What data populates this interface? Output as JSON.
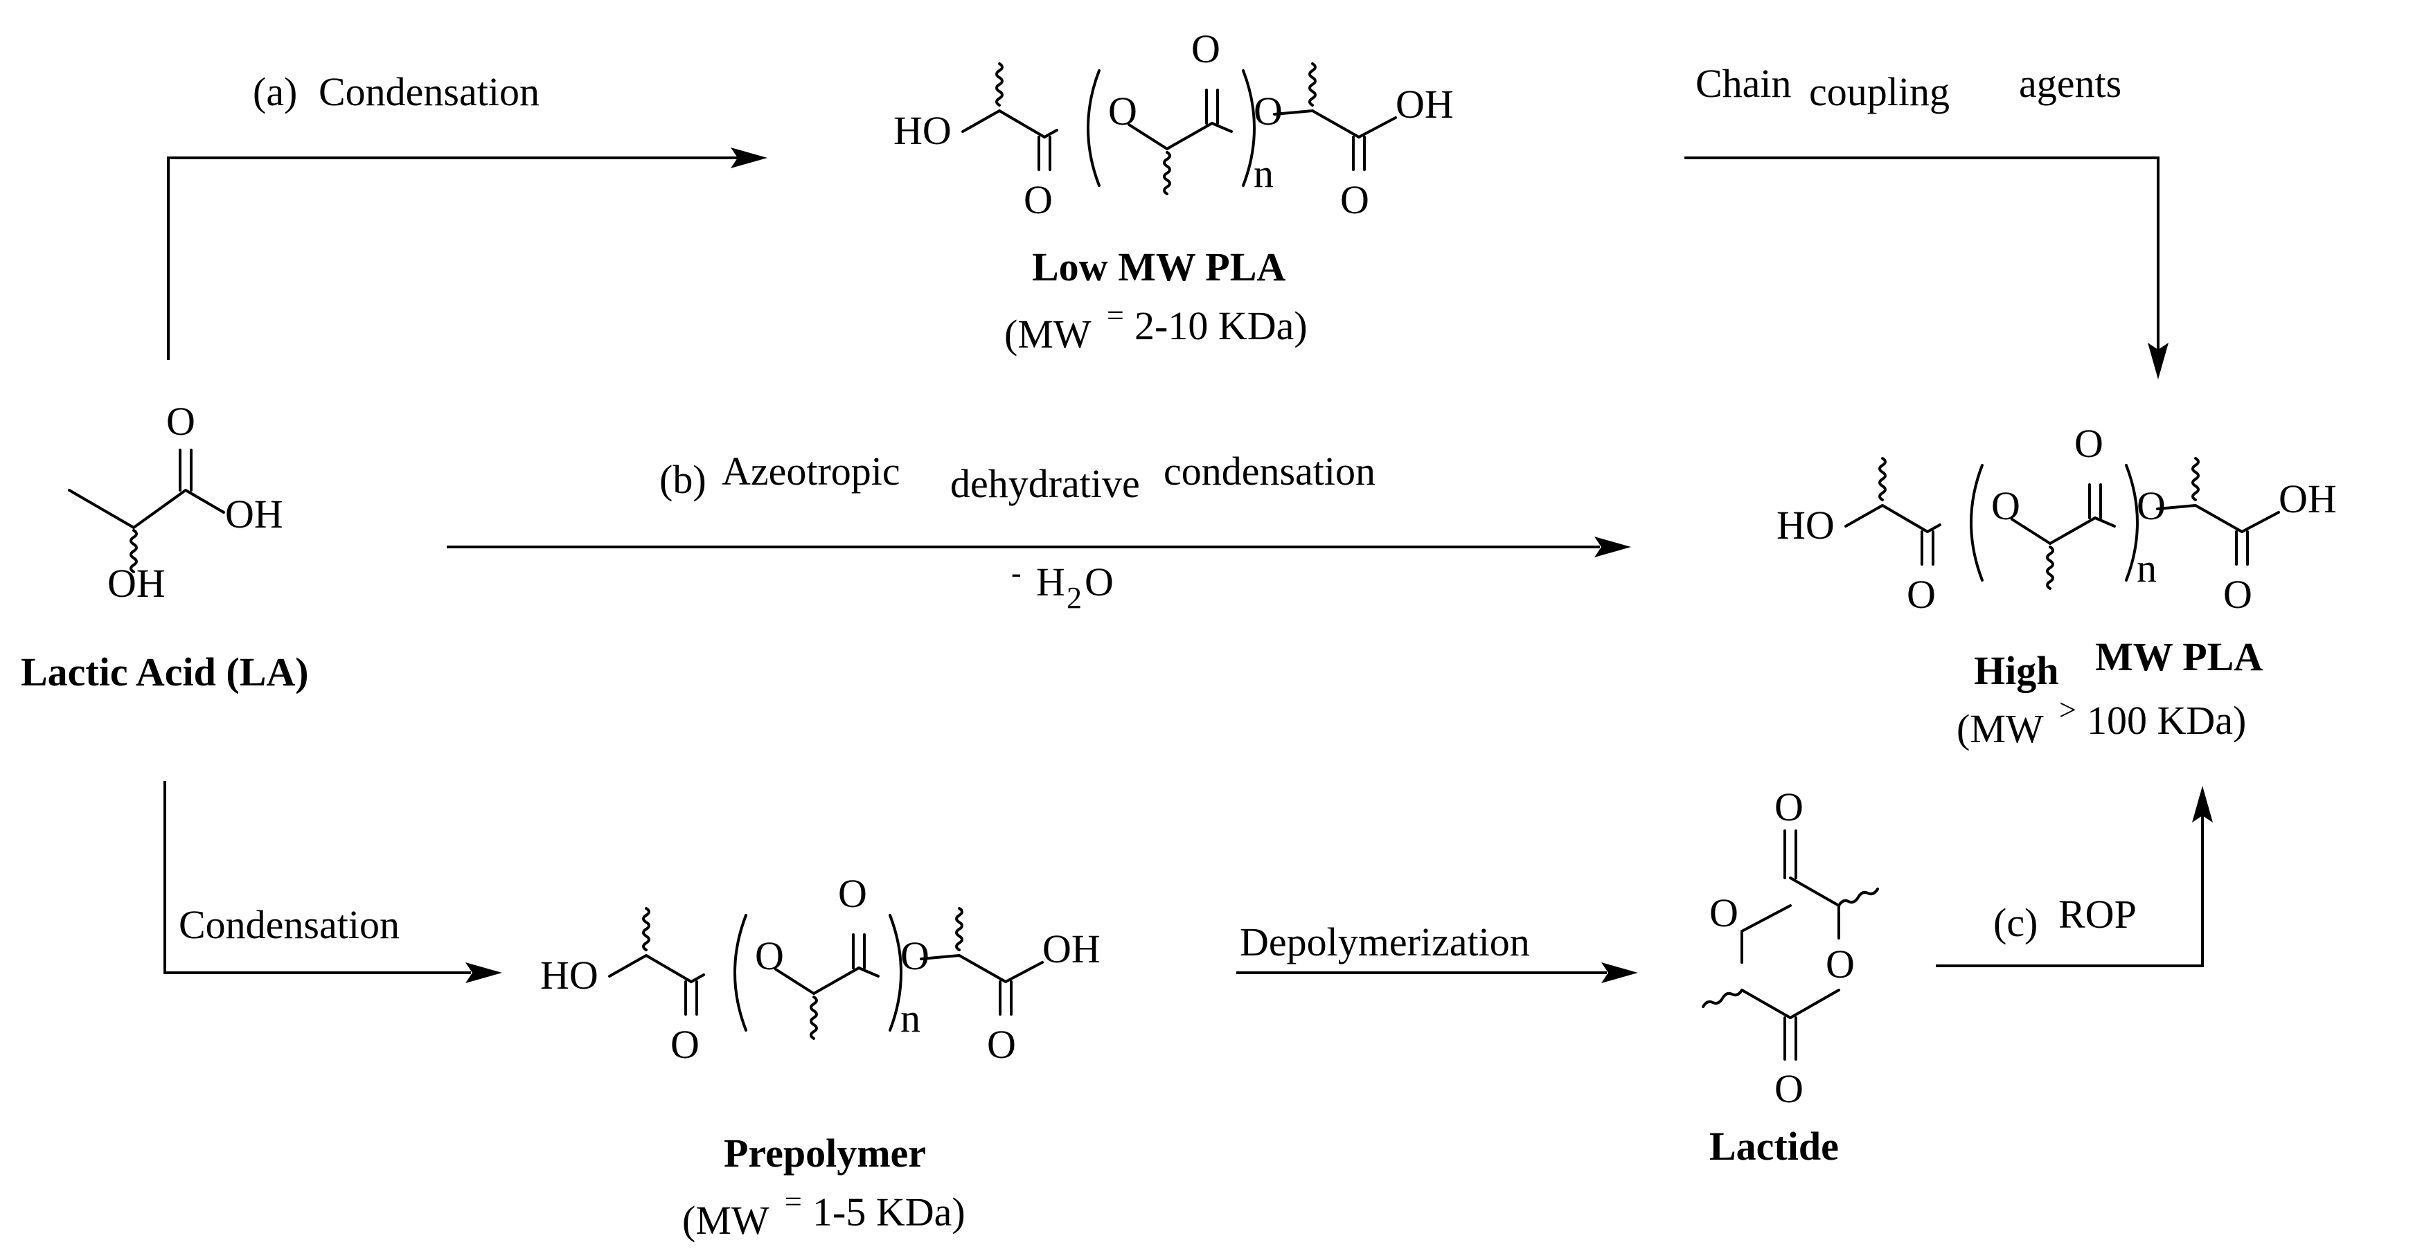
{
  "molecules": {
    "lactic_acid": {
      "name": "Lactic Acid (LA)",
      "atoms": {
        "o_top": "O",
        "oh_right": "OH",
        "oh_bottom": "OH"
      }
    },
    "low_mw_pla": {
      "name": "Low MW PLA",
      "mw_open": "(MW",
      "mw_sup": "=",
      "mw_rest": "2-10 KDa)",
      "atoms": {
        "ho": "HO",
        "o1": "O",
        "o2": "O",
        "o3": "O",
        "o4": "O",
        "oh": "OH",
        "o5": "O",
        "n": "n"
      }
    },
    "high_mw_pla": {
      "name_left": "High",
      "name_right": "MW PLA",
      "mw_open": "(MW",
      "mw_sup": ">",
      "mw_rest": "100 KDa)",
      "atoms": {
        "ho": "HO",
        "o1": "O",
        "o2": "O",
        "o3": "O",
        "o4": "O",
        "oh": "OH",
        "o5": "O",
        "n": "n"
      }
    },
    "prepolymer": {
      "name": "Prepolymer",
      "mw_open": "(MW",
      "mw_sup": "=",
      "mw_rest": "1-5 KDa)",
      "atoms": {
        "ho": "HO",
        "o1": "O",
        "o2": "O",
        "o3": "O",
        "o4": "O",
        "oh": "OH",
        "o5": "O",
        "n": "n"
      }
    },
    "lactide": {
      "name": "Lactide",
      "atoms": {
        "o_top": "O",
        "o_ring_left": "O",
        "o_ring_right": "O",
        "o_bottom": "O"
      }
    }
  },
  "reactions": {
    "a": {
      "prefix": "(a)",
      "label": "Condensation"
    },
    "b": {
      "prefix": "(b)",
      "label_1": "Azeotropic",
      "label_2": "dehydrative",
      "label_3": "condensation",
      "minus": "-",
      "h": "H",
      "sub": "2",
      "o": "O"
    },
    "chain": {
      "label_1": "Chain",
      "label_2": "coupling",
      "label_3": "agents"
    },
    "prepoly_condensation": {
      "label": "Condensation"
    },
    "depolymerization": {
      "label": "Depolymerization"
    },
    "c": {
      "prefix": "(c)",
      "label": "ROP"
    }
  }
}
